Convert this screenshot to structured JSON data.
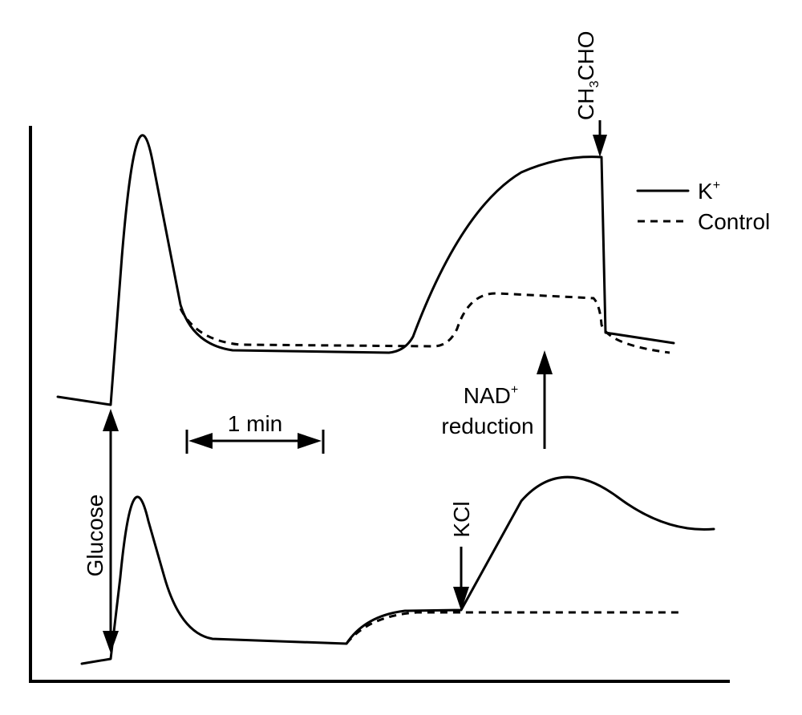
{
  "labels": {
    "ch3cho_main": "CH",
    "ch3cho_sub": "3",
    "ch3cho_tail": "CHO",
    "legend_solid_main": "K",
    "legend_solid_sup": "+",
    "legend_dashed": "Control",
    "nad_main": "NAD",
    "nad_sup": "+",
    "nad_reduction": "reduction",
    "time_scale": "1 min",
    "glucose": "Glucose",
    "kcl": "KCl"
  },
  "colors": {
    "ink": "#000000",
    "background": "#ffffff"
  }
}
